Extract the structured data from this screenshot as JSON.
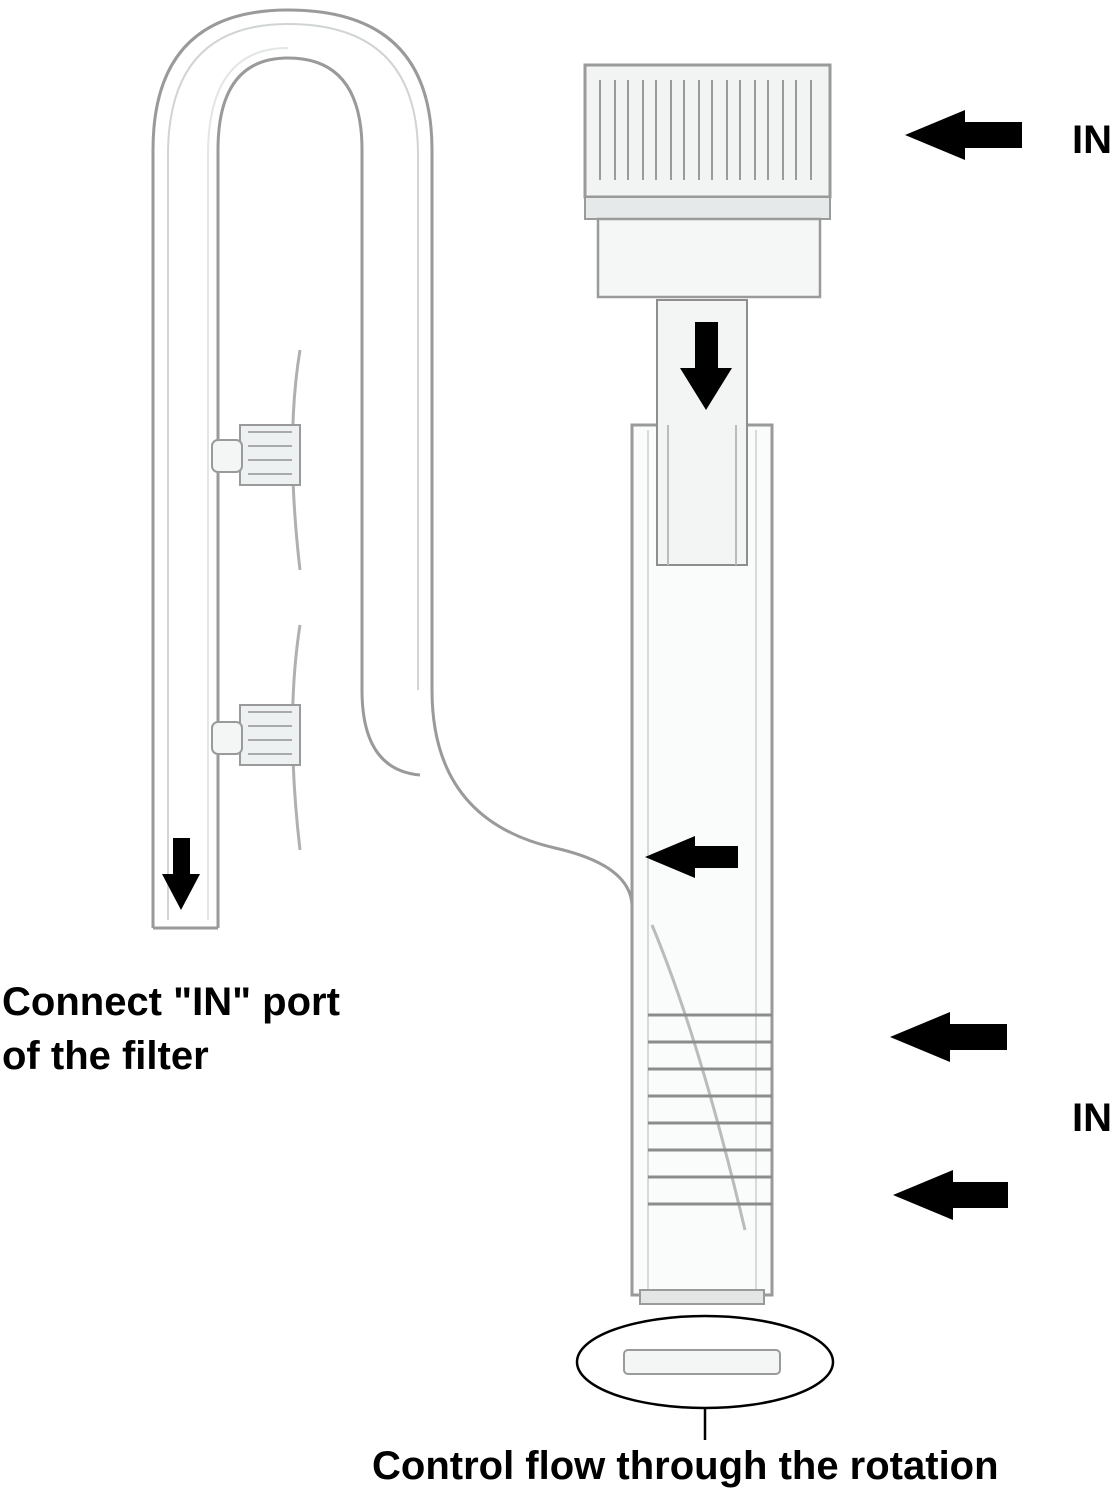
{
  "labels": {
    "inlet_top": "IN",
    "inlet_bottom": "IN",
    "connect_line1": "Connect \"IN\" port",
    "connect_line2": "of the filter",
    "control_flow": "Control flow through the rotation"
  },
  "colors": {
    "glass_stroke": "#9a9a9a",
    "glass_fill": "#f4f6f6",
    "glass_dark": "#666666",
    "arrow": "#000000",
    "text": "#000000",
    "background": "#ffffff"
  },
  "icons": [
    "arrow-left-icon",
    "arrow-down-icon",
    "suction-cup-icon"
  ]
}
